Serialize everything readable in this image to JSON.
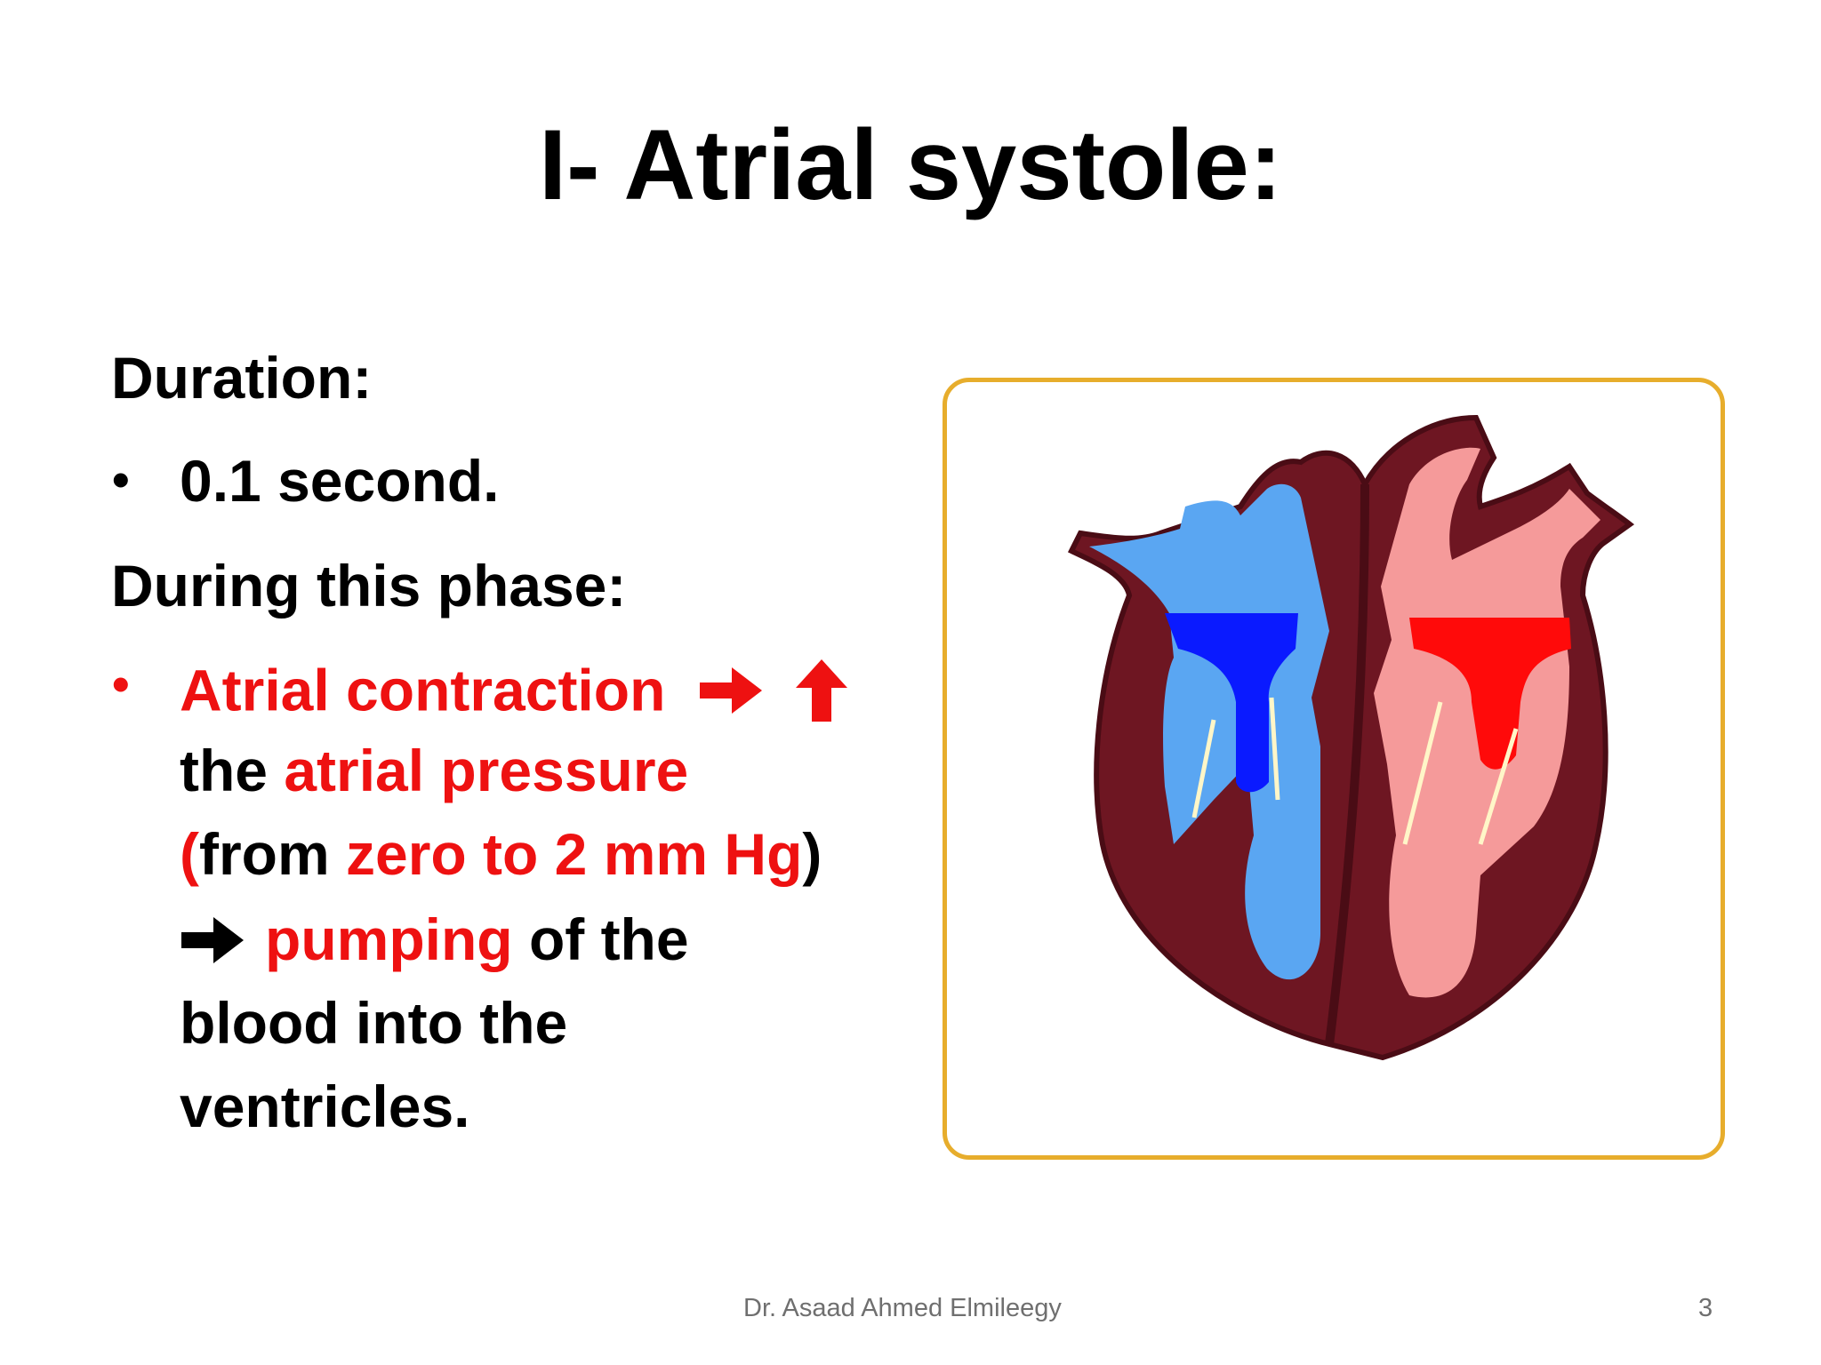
{
  "slide": {
    "title": "I- Atrial systole:",
    "duration_heading": "Duration:",
    "duration_value": "0.1 second.",
    "phase_heading": "During this phase:",
    "point": {
      "part1": "Atrial contraction",
      "part2_black": "the ",
      "part2_red": "atrial pressure",
      "part3_red_paren": "(",
      "part3_black": "from ",
      "part3_red": "zero to 2 mm Hg",
      "part3_black_end": ")",
      "part4_red": "pumping",
      "part4_black": " of the",
      "part5": "blood into the",
      "part6": "ventricles."
    },
    "footer_author": "Dr. Asaad Ahmed Elmileegy",
    "page_number": "3"
  },
  "colors": {
    "accent_red": "#ee1111",
    "frame_border": "#e7ad2c",
    "heart_wall": "#6e1622",
    "deoxygenated_light": "#5aa6f2",
    "deoxygenated_dark": "#0a1aff",
    "oxygenated_light": "#f59a9a",
    "oxygenated_dark": "#ff0a0a"
  },
  "icons": [
    "right-arrow-icon",
    "up-arrow-icon",
    "heart-diagram"
  ]
}
